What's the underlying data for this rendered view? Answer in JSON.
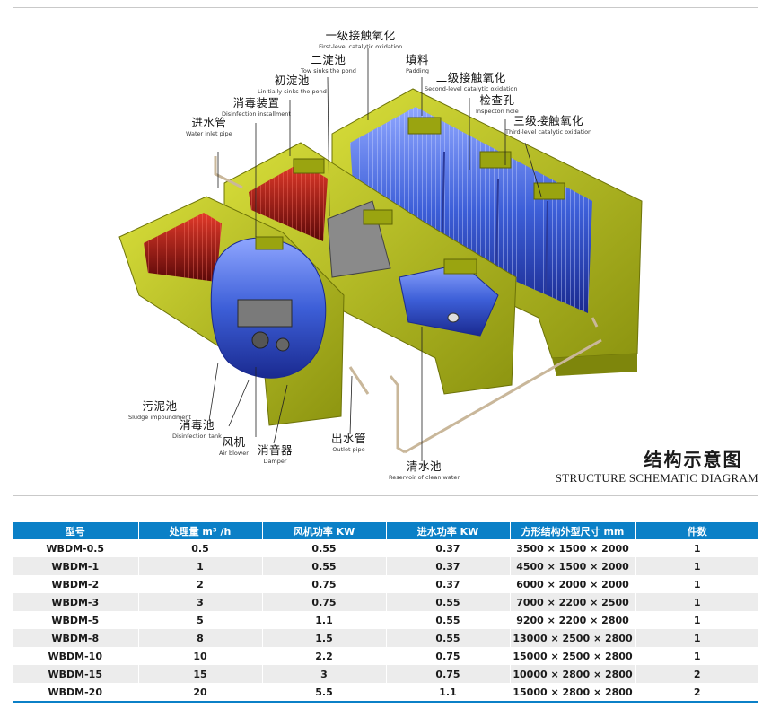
{
  "diagram": {
    "title": "结构示意图",
    "subtitle": "STRUCTURE SCHEMATIC DIAGRAM",
    "labels": [
      {
        "key": "first_level",
        "zh": "一级接触氧化",
        "en": "First-level catalytic oxidation"
      },
      {
        "key": "second_sink",
        "zh": "二淀池",
        "en": "Tow sinks the pond"
      },
      {
        "key": "padding",
        "zh": "填料",
        "en": "Padding"
      },
      {
        "key": "initial_sink",
        "zh": "初淀池",
        "en": "Linitially sinks the pond"
      },
      {
        "key": "second_level",
        "zh": "二级接触氧化",
        "en": "Second-level catalytic oxidation"
      },
      {
        "key": "disinfection_install",
        "zh": "消毒装置",
        "en": "Disinfection installment"
      },
      {
        "key": "inspection_hole",
        "zh": "检查孔",
        "en": "Inspecton hole"
      },
      {
        "key": "inlet_pipe",
        "zh": "进水管",
        "en": "Water inlet pipe"
      },
      {
        "key": "third_level",
        "zh": "三级接触氧化",
        "en": "Third-level catalytic oxidation"
      },
      {
        "key": "sludge",
        "zh": "污泥池",
        "en": "Sludge impoundment"
      },
      {
        "key": "disinfection_tank",
        "zh": "消毒池",
        "en": "Disinfection tank"
      },
      {
        "key": "blower",
        "zh": "风机",
        "en": "Air blower"
      },
      {
        "key": "damper",
        "zh": "消音器",
        "en": "Damper"
      },
      {
        "key": "outlet_pipe",
        "zh": "出水管",
        "en": "Outlet pipe"
      },
      {
        "key": "clean_water",
        "zh": "清水池",
        "en": "Reservoir of clean water"
      }
    ],
    "colors": {
      "tank": "#c6cd1e",
      "tank_dark": "#8c9410",
      "blue": "#3d5fd8",
      "red": "#c8201e",
      "grey": "#8a8a8a"
    }
  },
  "table": {
    "header_color": "#0b80c7",
    "headers": [
      "型号",
      "处理量 m³ /h",
      "风机功率 KW",
      "进水功率 KW",
      "方形结构外型尺寸 mm",
      "件数"
    ],
    "rows": [
      [
        "WBDM-0.5",
        "0.5",
        "0.55",
        "0.37",
        "3500 × 1500 × 2000",
        "1"
      ],
      [
        "WBDM-1",
        "1",
        "0.55",
        "0.37",
        "4500 × 1500 × 2000",
        "1"
      ],
      [
        "WBDM-2",
        "2",
        "0.75",
        "0.37",
        "6000 × 2000 × 2000",
        "1"
      ],
      [
        "WBDM-3",
        "3",
        "0.75",
        "0.55",
        "7000 × 2200 × 2500",
        "1"
      ],
      [
        "WBDM-5",
        "5",
        "1.1",
        "0.55",
        "9200 × 2200 × 2800",
        "1"
      ],
      [
        "WBDM-8",
        "8",
        "1.5",
        "0.55",
        "13000 × 2500 × 2800",
        "1"
      ],
      [
        "WBDM-10",
        "10",
        "2.2",
        "0.75",
        "15000 × 2500 × 2800",
        "1"
      ],
      [
        "WBDM-15",
        "15",
        "3",
        "0.75",
        "10000 × 2800 × 2800",
        "2"
      ],
      [
        "WBDM-20",
        "20",
        "5.5",
        "1.1",
        "15000 × 2800 × 2800",
        "2"
      ]
    ]
  }
}
